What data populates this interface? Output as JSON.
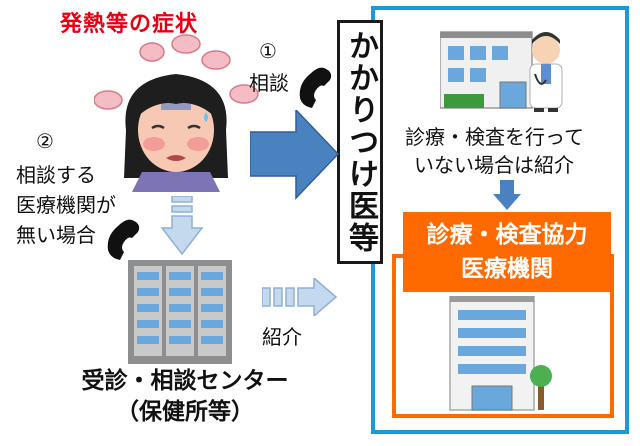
{
  "symptom_title": "発熱等の症状",
  "step1": {
    "number": "①",
    "label": "相談"
  },
  "step2": {
    "number": "②",
    "lines": [
      "相談する",
      "医療機関が",
      "無い場合"
    ]
  },
  "family_doctor_label": "かかりつけ医等",
  "referral_note": [
    "診療・検査を行って",
    "いない場合は紹介"
  ],
  "cooperating_institution": [
    "診療・検査協力",
    "医療機関"
  ],
  "referral_label": "紹介",
  "consultation_center": [
    "受診・相談センター",
    "（保健所等）"
  ],
  "colors": {
    "title_red": "#e60012",
    "arrow_blue": "#4a82c0",
    "arrow_light_blue": "#c5d9ee",
    "box_border_blue": "#1a9ad8",
    "coop_orange": "#ff6a00"
  },
  "icons": [
    "sick-person-illustration",
    "telephone-icon",
    "doctor-clinic-illustration",
    "hospital-building-illustration",
    "health-center-building-illustration"
  ]
}
